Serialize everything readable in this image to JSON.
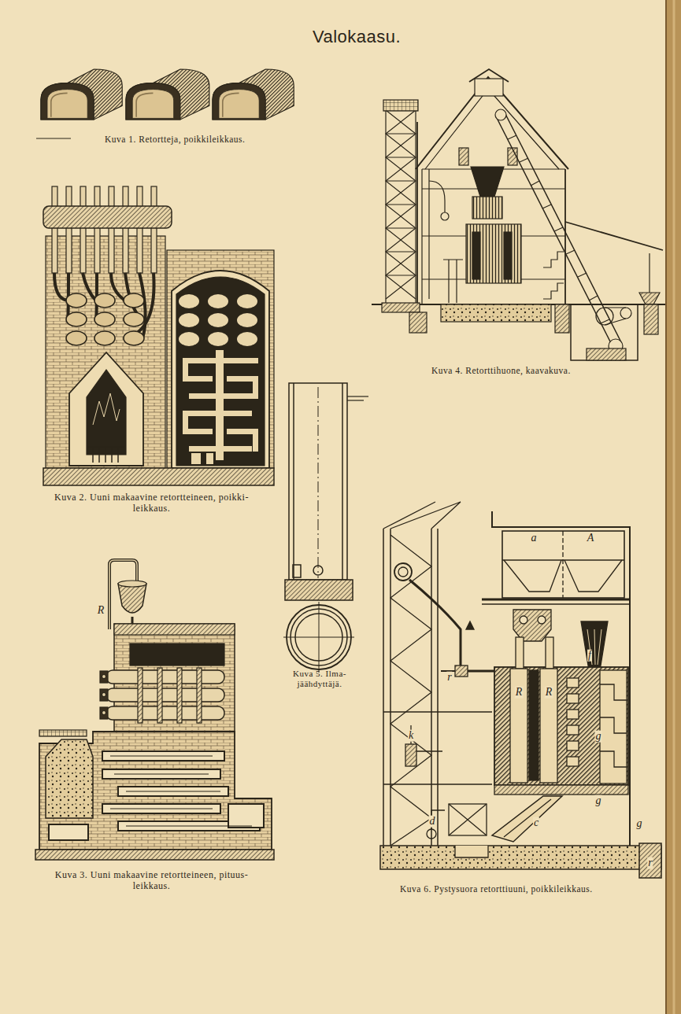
{
  "diagram": {
    "title": "Valokaasu.",
    "labels": [
      "Kuva 1. Retortteja, poikkileikkaus.",
      "Kuva 2. Uuni makaavine retortteineen, poikki- leikkaus.",
      "Kuva 3. Uuni makaavine retortteineen, pituus- leikkaus.",
      "Kuva 4. Retorttihuone, kaavakuva.",
      "Kuva 5. Ilma- jäähdyttäjä.",
      "Kuva 6. Pystysuora retorttiuuni, poikkileikkaus.",
      "R",
      "a",
      "A",
      "f",
      "r",
      "R",
      "R",
      "k",
      "g",
      "g",
      "g",
      "c",
      "d",
      "r"
    ]
  }
}
